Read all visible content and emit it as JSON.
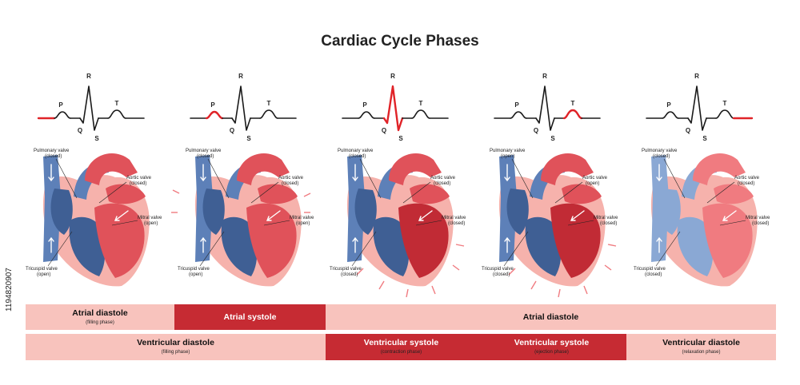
{
  "title": "Cardiac Cycle Phases",
  "watermark": "1194820907",
  "ecg_waves": {
    "p": "P",
    "q": "Q",
    "r": "R",
    "s": "S",
    "t": "T"
  },
  "colors": {
    "ecg_line": "#1a1a1a",
    "ecg_highlight": "#e02328",
    "band_light": "#f8c3bd",
    "band_dark": "#c62b33",
    "heart_blue": "#5d80b8",
    "heart_blue_dark": "#3f5f94",
    "heart_red": "#e0525a",
    "heart_red_dark": "#c12b35",
    "heart_outer": "#f6b2ac",
    "heart_light_red": "#f07b80",
    "heart_light_blue": "#8aa8d4"
  },
  "panels": [
    {
      "ecg_highlight": "baseline-start",
      "contracting": "none",
      "labels": {
        "pulmonary": [
          "Pulmonary valve",
          "(closed)"
        ],
        "aortic": [
          "Aortic valve",
          "(closed)"
        ],
        "mitral": [
          "Mitral  valve",
          "(open)"
        ],
        "tricuspid": [
          "Tricuspid  valve",
          "(open)"
        ]
      }
    },
    {
      "ecg_highlight": "p",
      "contracting": "atria",
      "labels": {
        "pulmonary": [
          "Pulmonary valve",
          "(closed)"
        ],
        "aortic": [
          "Aortic valve",
          "(closed)"
        ],
        "mitral": [
          "Mitral  valve",
          "(open)"
        ],
        "tricuspid": [
          "Tricuspid  valve",
          "(open)"
        ]
      }
    },
    {
      "ecg_highlight": "qrs",
      "contracting": "ventricles",
      "labels": {
        "pulmonary": [
          "Pulmonary valve",
          "(closed)"
        ],
        "aortic": [
          "Aortic valve",
          "(closed)"
        ],
        "mitral": [
          "Mitral  valve",
          "(closed)"
        ],
        "tricuspid": [
          "Tricuspid  valve",
          "(closed)"
        ]
      }
    },
    {
      "ecg_highlight": "t",
      "contracting": "ventricles",
      "labels": {
        "pulmonary": [
          "Pulmonary valve",
          "(open)"
        ],
        "aortic": [
          "Aortic valve",
          "(open)"
        ],
        "mitral": [
          "Mitral  valve",
          "(closed)"
        ],
        "tricuspid": [
          "Tricuspid  valve",
          "(closed)"
        ]
      }
    },
    {
      "ecg_highlight": "baseline-end",
      "contracting": "none",
      "labels": {
        "pulmonary": [
          "Pulmonary valve",
          "(closed)"
        ],
        "aortic": [
          "Aortic valve",
          "(closed)"
        ],
        "mitral": [
          "Mitral  valve",
          "(closed)"
        ],
        "tricuspid": [
          "Tricuspid  valve",
          "(closed)"
        ]
      }
    }
  ],
  "atrial_row": [
    {
      "title": "Atrial diastole",
      "subtitle": "(filling phase)",
      "tone": "light"
    },
    {
      "title": "Atrial  systole",
      "subtitle": "",
      "tone": "dark"
    },
    {
      "title": "Atrial diastole",
      "subtitle": "",
      "tone": "light"
    }
  ],
  "ventricular_row": [
    {
      "title": "Ventricular diastole",
      "subtitle": "(filling phase)",
      "tone": "light"
    },
    {
      "title": "Ventricular systole",
      "subtitle": "(contraction phase)",
      "tone": "dark"
    },
    {
      "title": "Ventricular systole",
      "subtitle": "(ejection phase)",
      "tone": "dark"
    },
    {
      "title": "Ventricular diastole",
      "subtitle": "(relaxation phase)",
      "tone": "light"
    }
  ]
}
